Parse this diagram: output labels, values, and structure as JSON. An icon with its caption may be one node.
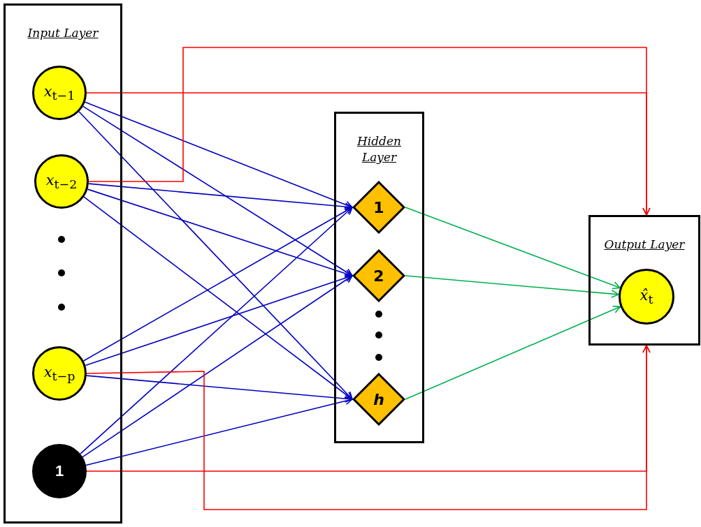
{
  "diagram": {
    "nodes": [
      {
        "text": [
          "Input Layer"
        ]
      },
      {
        "text": [
          "*x*$_{t−1}$"
        ],
        "in": 0
      },
      {
        "text": [
          "*x*$_{t−2}$"
        ],
        "in": 0
      },
      {
        "text": [
          "*x*$_{t−p}$"
        ],
        "in": 0
      },
      {
        "text": [
          "1"
        ],
        "in": 0
      },
      {
        "text": [
          "Hidden Layer"
        ]
      },
      {
        "text": [
          "1"
        ],
        "in": 5
      },
      {
        "text": [
          "2"
        ],
        "in": 5
      },
      {
        "text": [
          "*h*"
        ],
        "in": 5
      },
      {
        "text": [
          "Output Layer"
        ]
      },
      {
        "text": [
          "*x̂*$_{t}$"
        ],
        "in": 9
      }
    ],
    "edges": [
      {
        "from": 1,
        "to": 6,
        "arrow": "to"
      },
      {
        "from": 1,
        "to": 7,
        "arrow": "to"
      },
      {
        "from": 1,
        "to": 8,
        "arrow": "to"
      },
      {
        "from": 2,
        "to": 6,
        "arrow": "to"
      },
      {
        "from": 2,
        "to": 7,
        "arrow": "to"
      },
      {
        "from": 2,
        "to": 8,
        "arrow": "to"
      },
      {
        "from": 3,
        "to": 6,
        "arrow": "to"
      },
      {
        "from": 3,
        "to": 7,
        "arrow": "to"
      },
      {
        "from": 3,
        "to": 8,
        "arrow": "to"
      },
      {
        "from": 4,
        "to": 6,
        "arrow": "to"
      },
      {
        "from": 4,
        "to": 7,
        "arrow": "to"
      },
      {
        "from": 4,
        "to": 8,
        "arrow": "to"
      },
      {
        "from": 6,
        "to": 10,
        "arrow": "to",
        "color": "#00b050"
      },
      {
        "from": 7,
        "to": 10,
        "arrow": "to",
        "color": "#00b050"
      },
      {
        "from": 8,
        "to": 10,
        "arrow": "to",
        "color": "#00b050"
      },
      {
        "from": 1,
        "to": 9,
        "arrow": "to",
        "color": "#ff0000"
      },
      {
        "from": 2,
        "to": 9,
        "arrow": "to",
        "color": "#ff0000"
      },
      {
        "from": 3,
        "to": 9,
        "arrow": "to",
        "color": "#ff0000"
      },
      {
        "from": 4,
        "to": 9,
        "arrow": "to",
        "color": "#ff0000"
      }
    ]
  }
}
